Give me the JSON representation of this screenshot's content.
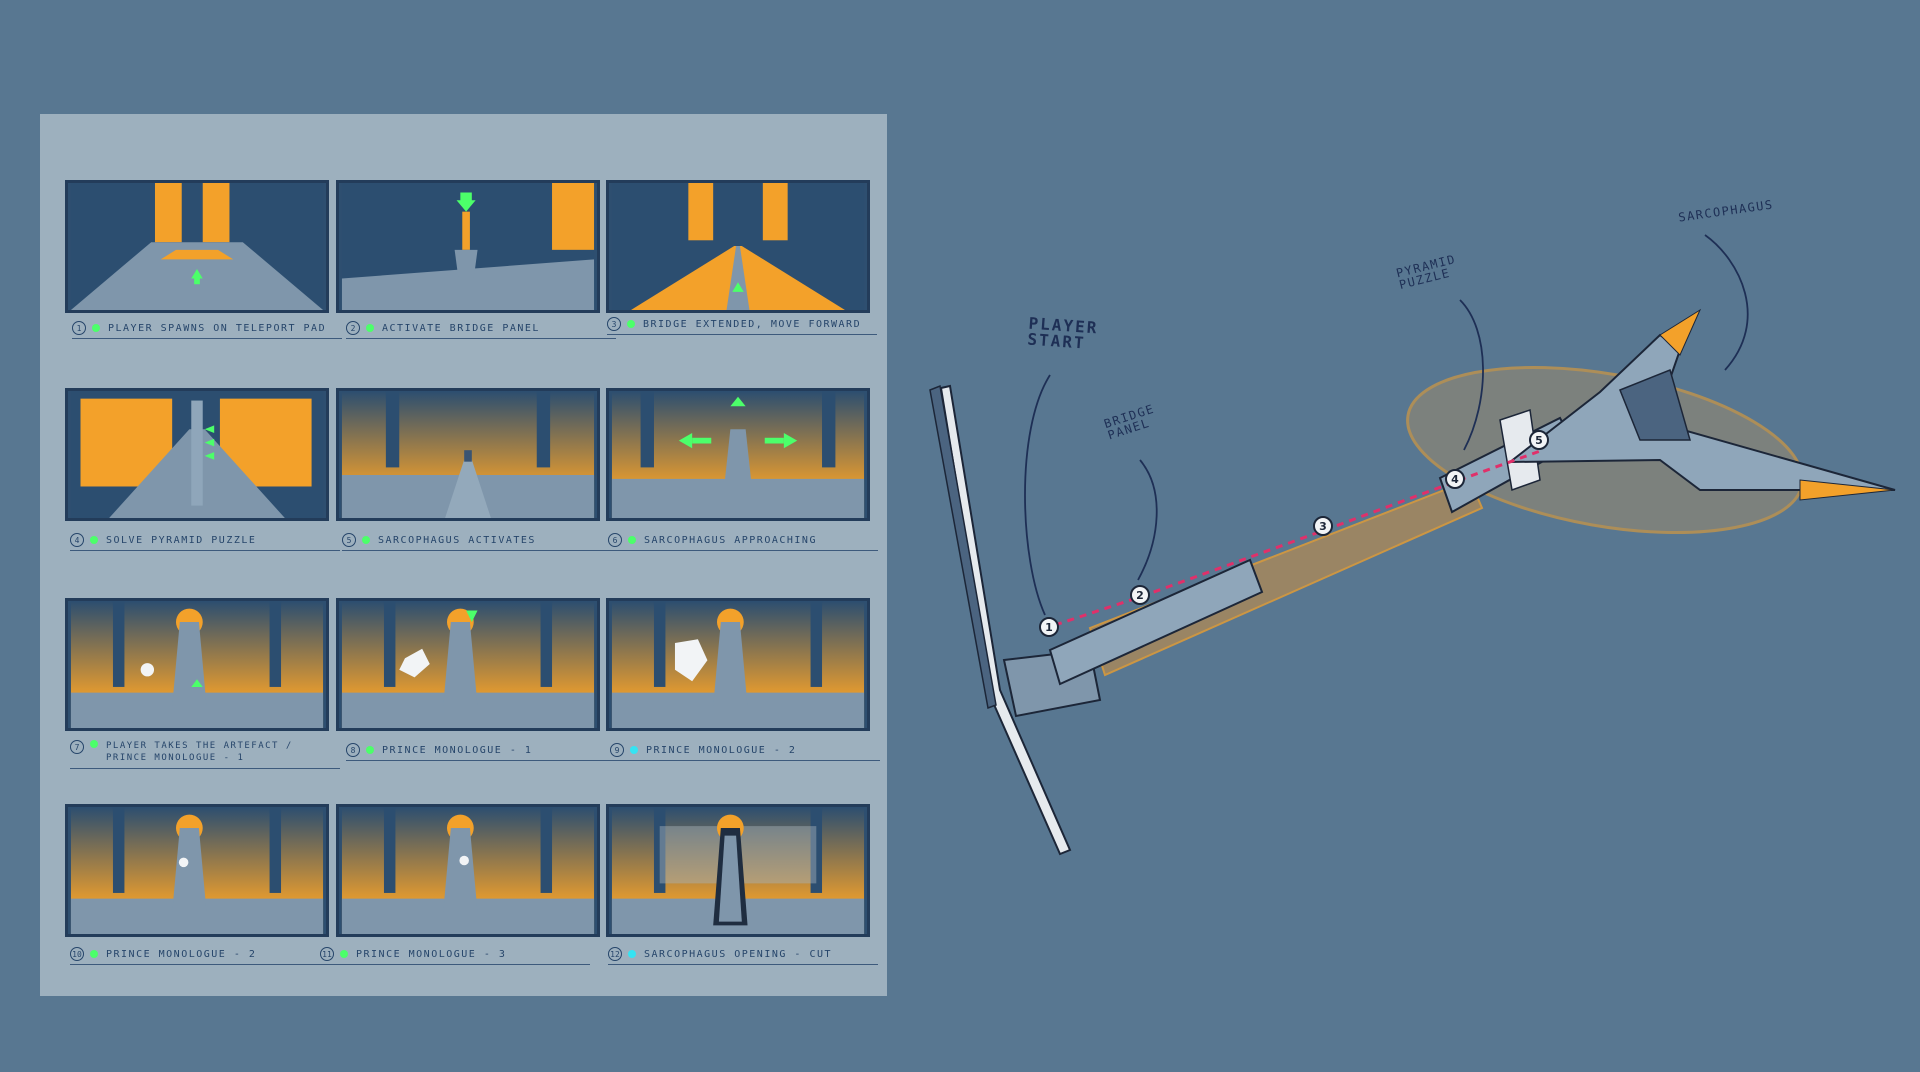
{
  "storyboard": {
    "panels": [
      {
        "num": "1",
        "dot": "green",
        "caption": "PLAYER SPAWNS ON TELEPORT PAD"
      },
      {
        "num": "2",
        "dot": "green",
        "caption": "ACTIVATE BRIDGE PANEL"
      },
      {
        "num": "3",
        "dot": "green",
        "caption": "BRIDGE EXTENDED, MOVE FORWARD"
      },
      {
        "num": "4",
        "dot": "green",
        "caption": "SOLVE PYRAMID PUZZLE"
      },
      {
        "num": "5",
        "dot": "green",
        "caption": "SARCOPHAGUS ACTIVATES"
      },
      {
        "num": "6",
        "dot": "green",
        "caption": "SARCOPHAGUS APPROACHING"
      },
      {
        "num": "7",
        "dot": "green",
        "caption": "PLAYER TAKES THE ARTEFACT / PRINCE MONOLOGUE - 1"
      },
      {
        "num": "8",
        "dot": "green",
        "caption": "PRINCE MONOLOGUE - 1"
      },
      {
        "num": "9",
        "dot": "cyan",
        "caption": "PRINCE MONOLOGUE - 2"
      },
      {
        "num": "10",
        "dot": "green",
        "caption": "PRINCE MONOLOGUE - 2"
      },
      {
        "num": "11",
        "dot": "green",
        "caption": "PRINCE MONOLOGUE - 3"
      },
      {
        "num": "12",
        "dot": "cyan",
        "caption": "SARCOPHAGUS OPENING - CUT"
      }
    ]
  },
  "map": {
    "labels": {
      "player_start": "PLAYER\nSTART",
      "bridge_panel": "BRIDGE\nPANEL",
      "pyramid_puzzle": "PYRAMID\nPUZZLE",
      "sarcophagus": "SARCOPHAGUS"
    },
    "markers": [
      "1",
      "2",
      "3",
      "4",
      "5"
    ]
  },
  "colors": {
    "background": "#587791",
    "sheet": "#9db0be",
    "panel_dark": "#2e4f70",
    "highlight_orange": "#f3a12a",
    "green_arrow": "#4cff6a",
    "cyan_dot": "#35e3f2",
    "path_magenta": "#e0306a"
  }
}
